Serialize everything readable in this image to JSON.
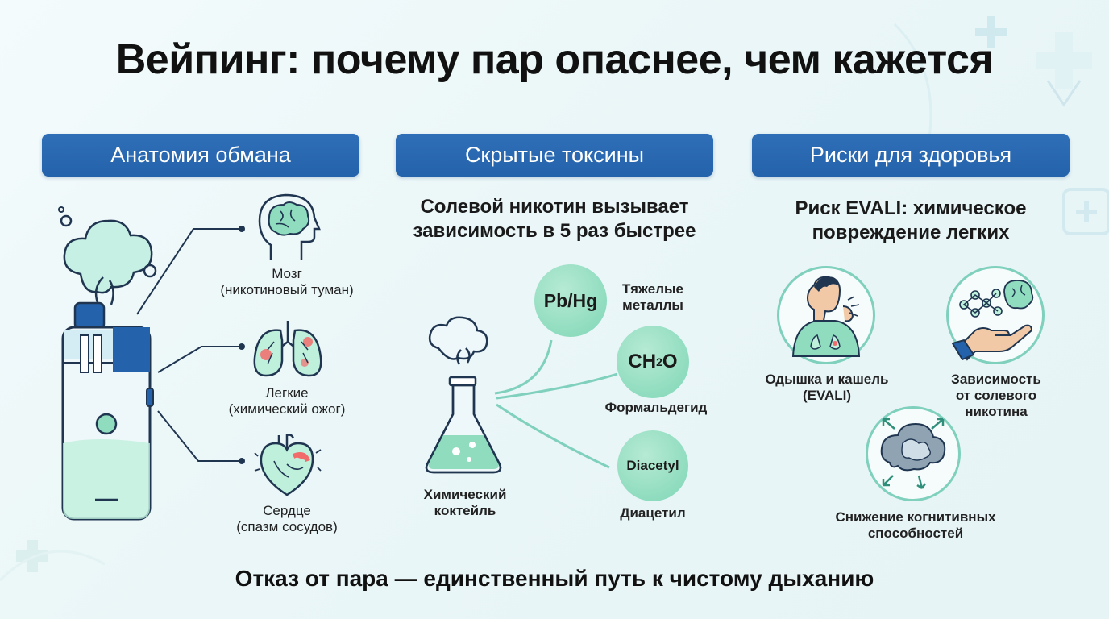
{
  "title": "Вейпинг: почему пар опаснее, чем кажется",
  "columns": {
    "anatomy": {
      "header": "Анатомия обмана",
      "organs": [
        {
          "name": "Мозг",
          "note": "(никотиновый туман)",
          "icon": "brain-icon"
        },
        {
          "name": "Легкие",
          "note": "(химический ожог)",
          "icon": "lungs-icon"
        },
        {
          "name": "Сердце",
          "note": "(спазм сосудов)",
          "icon": "heart-icon"
        }
      ]
    },
    "toxins": {
      "header": "Скрытые токсины",
      "subtitle_line1": "Солевой никотин вызывает",
      "subtitle_line2": "зависимость в 5 раз быстрее",
      "flask_label_line1": "Химический",
      "flask_label_line2": "коктейль",
      "items": [
        {
          "symbol": "Pb/Hg",
          "label_line1": "Тяжелые",
          "label_line2": "металлы"
        },
        {
          "symbol_main": "CH",
          "symbol_sub": "2",
          "symbol_end": "O",
          "label": "Формальдегид"
        },
        {
          "symbol": "Diacetyl",
          "label": "Диацетил"
        }
      ]
    },
    "risks": {
      "header": "Риски для здоровья",
      "subtitle_line1": "Риск EVALI: химическое",
      "subtitle_line2": "повреждение легких",
      "items": [
        {
          "line1": "Одышка и кашель",
          "line2": "(EVALI)",
          "icon": "coughing-person-icon"
        },
        {
          "line1": "Зависимость",
          "line2": "от солевого",
          "line3": "никотина",
          "icon": "hand-molecule-brain-icon"
        },
        {
          "line1": "Снижение когнитивных",
          "line2": "способностей",
          "icon": "brain-fog-icon"
        }
      ]
    }
  },
  "footer": "Отказ от пара — единственный путь к чистому дыханию",
  "colors": {
    "header_blue": "#2463ab",
    "mint": "#8fdcbf",
    "mint_light": "#bff0dc",
    "line": "#6fcfb6",
    "dark": "#1f3550"
  }
}
